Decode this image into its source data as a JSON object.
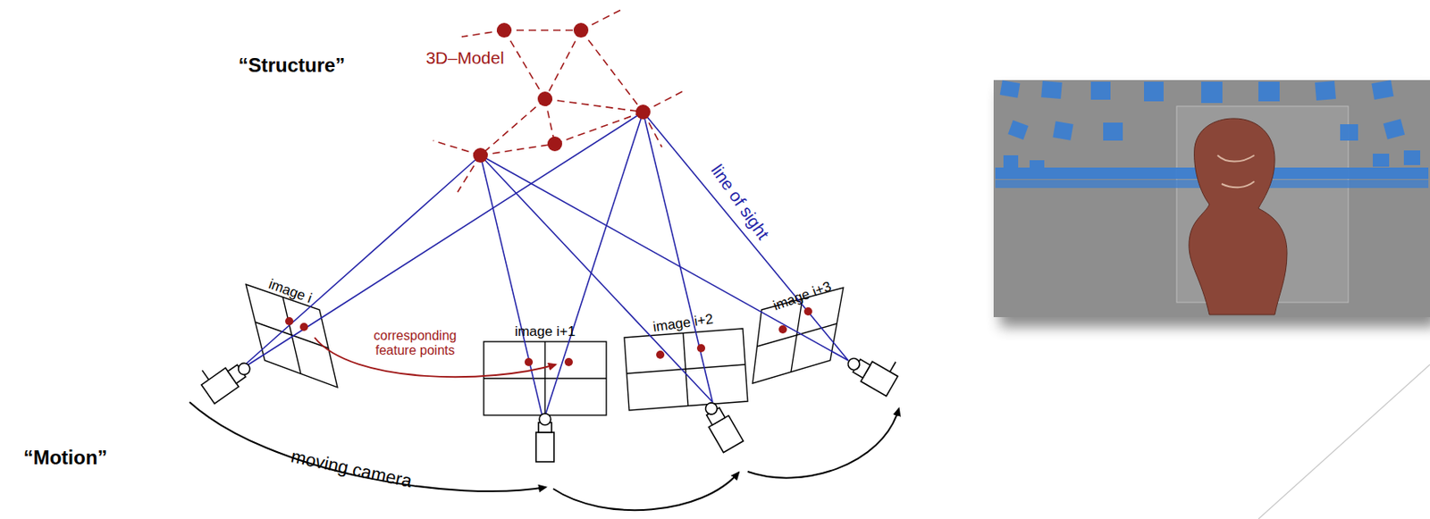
{
  "diagram": {
    "labels": [
      "“Structure”",
      "3D–Model",
      "line of sight",
      "image i",
      "corresponding feature points",
      "image i+1",
      "image i+2",
      "image i+3",
      "“Motion”",
      "moving camera"
    ]
  }
}
